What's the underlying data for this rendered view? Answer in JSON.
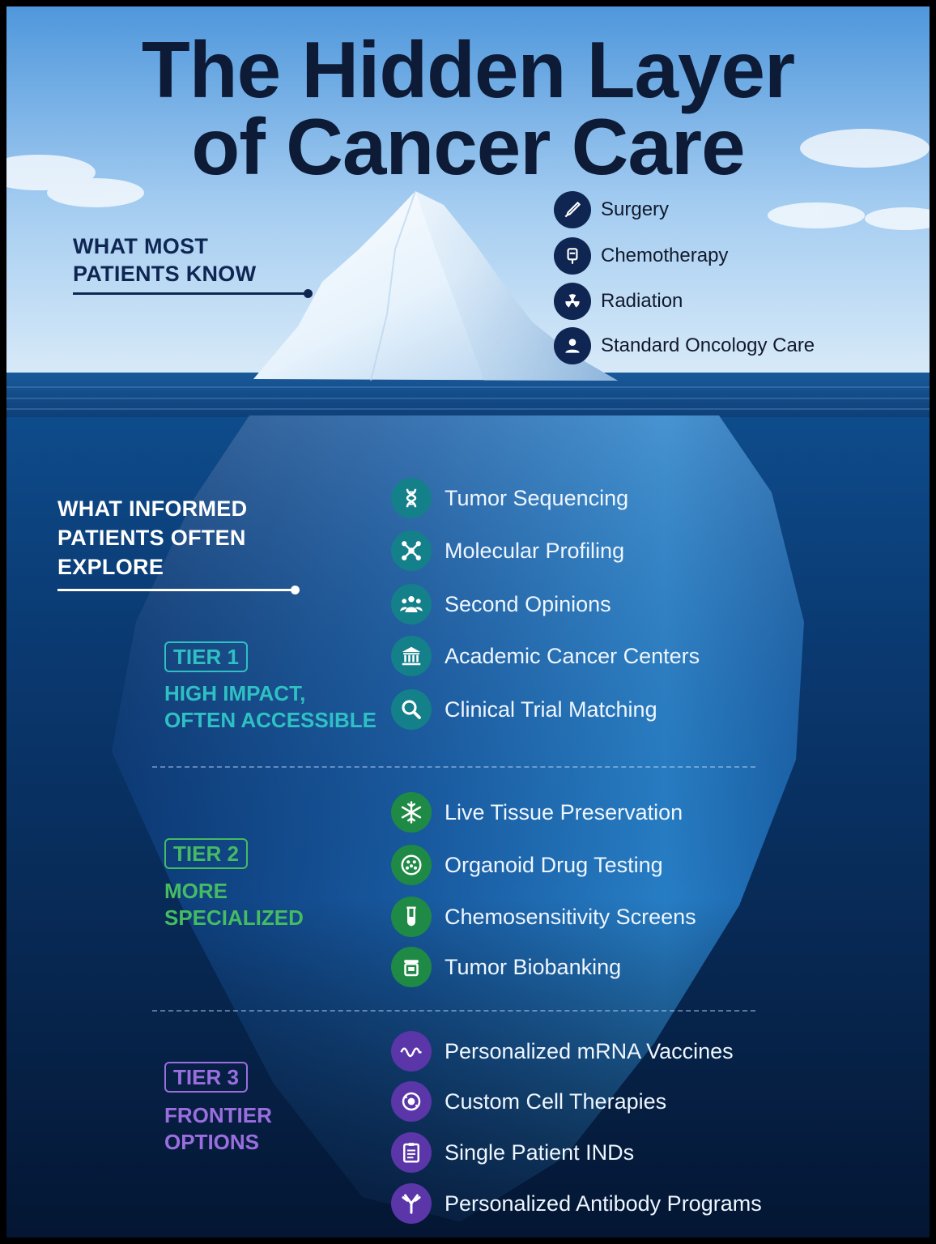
{
  "title": {
    "line1": "The Hidden Layer",
    "line2": "of Cancer Care"
  },
  "surface": {
    "label_line1": "WHAT MOST",
    "label_line2": "PATIENTS KNOW",
    "items": [
      {
        "label": "Surgery",
        "icon": "scalpel-icon"
      },
      {
        "label": "Chemotherapy",
        "icon": "iv-bag-icon"
      },
      {
        "label": "Radiation",
        "icon": "radiation-icon"
      },
      {
        "label": "Standard Oncology Care",
        "icon": "person-icon"
      }
    ]
  },
  "underwater": {
    "label_line1": "WHAT INFORMED",
    "label_line2": "PATIENTS OFTEN",
    "label_line3": "EXPLORE"
  },
  "tiers": [
    {
      "name": "TIER 1",
      "desc_line1": "HIGH IMPACT,",
      "desc_line2": "OFTEN ACCESSIBLE",
      "color": "#2fc0c4",
      "items": [
        {
          "label": "Tumor Sequencing",
          "icon": "dna-icon"
        },
        {
          "label": "Molecular Profiling",
          "icon": "molecule-icon"
        },
        {
          "label": "Second Opinions",
          "icon": "people-icon"
        },
        {
          "label": "Academic Cancer Centers",
          "icon": "institution-icon"
        },
        {
          "label": "Clinical Trial Matching",
          "icon": "magnifier-icon"
        }
      ]
    },
    {
      "name": "TIER 2",
      "desc_line1": "MORE",
      "desc_line2": "SPECIALIZED",
      "color": "#45bb63",
      "items": [
        {
          "label": "Live Tissue Preservation",
          "icon": "snowflake-icon"
        },
        {
          "label": "Organoid Drug Testing",
          "icon": "petri-dish-icon"
        },
        {
          "label": "Chemosensitivity Screens",
          "icon": "test-tube-icon"
        },
        {
          "label": "Tumor Biobanking",
          "icon": "specimen-jar-icon"
        }
      ]
    },
    {
      "name": "TIER 3",
      "desc_line1": "FRONTIER",
      "desc_line2": "OPTIONS",
      "color": "#9b6ee0",
      "items": [
        {
          "label": "Personalized mRNA Vaccines",
          "icon": "mrna-wave-icon"
        },
        {
          "label": "Custom Cell Therapies",
          "icon": "cell-icon"
        },
        {
          "label": "Single Patient INDs",
          "icon": "clipboard-icon"
        },
        {
          "label": "Personalized Antibody Programs",
          "icon": "antibody-icon"
        }
      ]
    }
  ],
  "colors": {
    "title": "#0d1b36",
    "surface_label": "#0f2552",
    "tier1": "#2fc0c4",
    "tier2": "#45bb63",
    "tier3": "#9b6ee0",
    "tier1_icon_bg": "#14808a",
    "tier2_icon_bg": "#1f8a45",
    "tier3_icon_bg": "#5a36a8"
  }
}
